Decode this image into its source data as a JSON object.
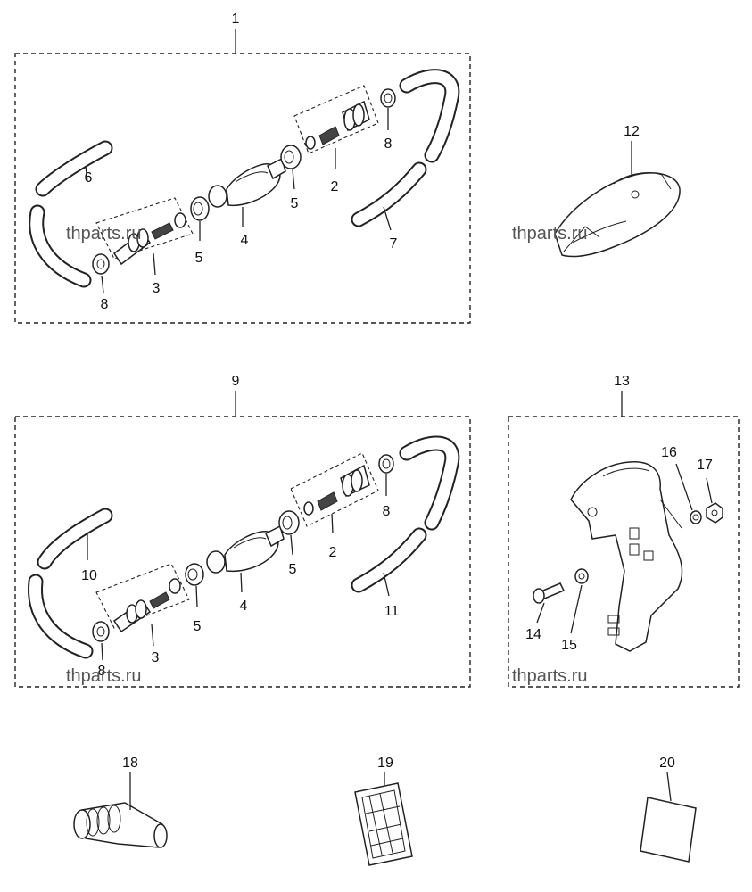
{
  "watermark": "thparts.ru",
  "callouts": {
    "c1": "1",
    "c2a": "2",
    "c3a": "3",
    "c4a": "4",
    "c5a": "5",
    "c5b": "5",
    "c6": "6",
    "c7": "7",
    "c8a": "8",
    "c8b": "8",
    "c9": "9",
    "c2b": "2",
    "c3b": "3",
    "c4b": "4",
    "c5c": "5",
    "c5d": "5",
    "c8c": "8",
    "c8d": "8",
    "c10": "10",
    "c11": "11",
    "c12": "12",
    "c13": "13",
    "c14": "14",
    "c15": "15",
    "c16": "16",
    "c17": "17",
    "c18": "18",
    "c19": "19",
    "c20": "20"
  }
}
